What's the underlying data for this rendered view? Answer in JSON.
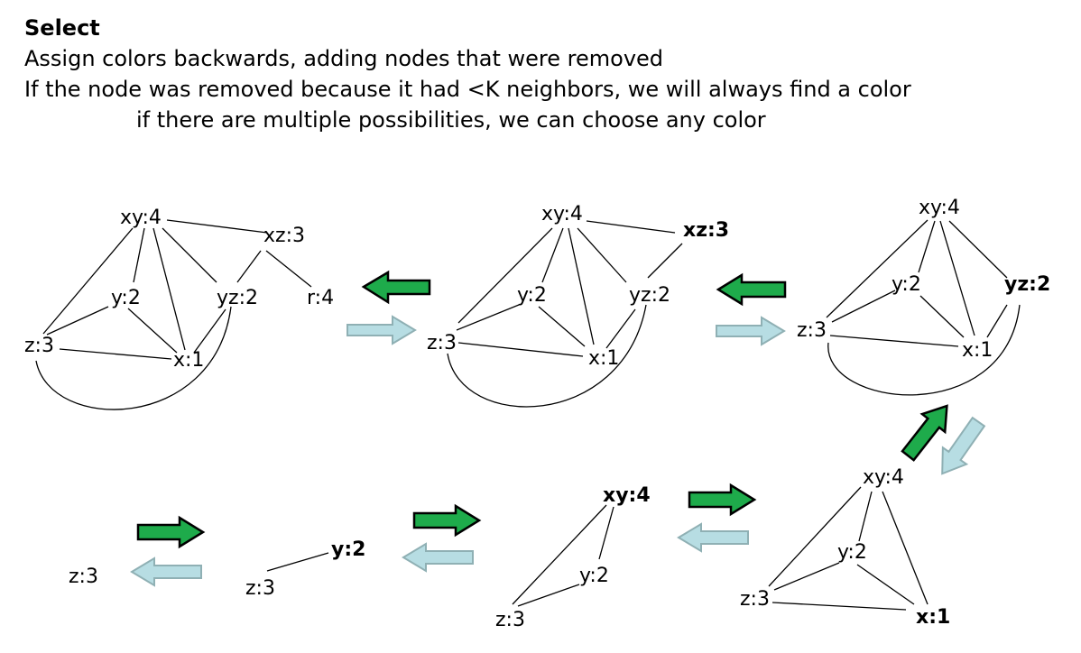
{
  "header": {
    "title": "Select",
    "line1": "Assign colors backwards, adding nodes that were removed",
    "line2": "If the node was removed because it had <K neighbors, we will always find a color",
    "line3": "if there are multiple possibilities, we can choose any color"
  },
  "graphs": {
    "g1": {
      "xy": "xy:4",
      "xz": "xz:3",
      "y": "y:2",
      "yz": "yz:2",
      "r": "r:4",
      "z": "z:3",
      "x": "x:1"
    },
    "g2": {
      "xy": "xy:4",
      "xz": "xz:3",
      "y": "y:2",
      "yz": "yz:2",
      "z": "z:3",
      "x": "x:1"
    },
    "g3": {
      "xy": "xy:4",
      "y": "y:2",
      "yz": "yz:2",
      "z": "z:3",
      "x": "x:1"
    },
    "g4": {
      "xy": "xy:4",
      "y": "y:2",
      "z": "z:3",
      "x": "x:1"
    },
    "g5": {
      "xy": "xy:4",
      "y": "y:2",
      "z": "z:3"
    },
    "g6": {
      "y": "y:2",
      "z": "z:3"
    },
    "g7": {
      "z": "z:3"
    }
  },
  "colors": {
    "green_arrow": "#1eab4b",
    "blue_arrow": "#b7dde3",
    "text": "#000000"
  }
}
